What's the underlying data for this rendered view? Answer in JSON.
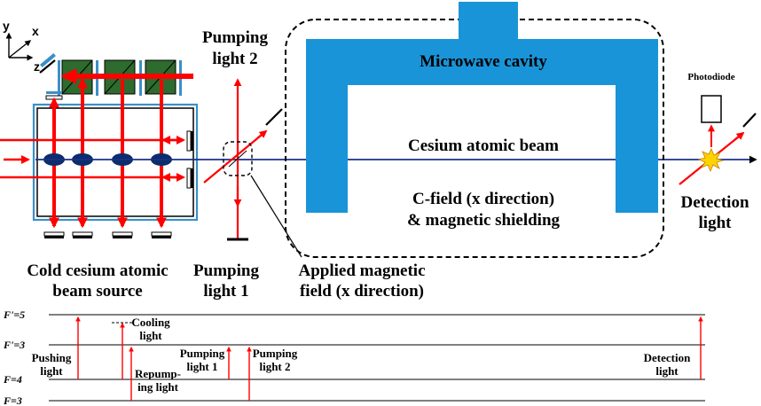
{
  "axes": {
    "y": "y",
    "x": "x",
    "z": "z"
  },
  "labels": {
    "pumping_light_2": [
      "Pumping",
      "light 2"
    ],
    "microwave_cavity": "Microwave cavity",
    "photodiode": "Photodiode",
    "cesium_atomic_beam": "Cesium atomic beam",
    "c_field": [
      "C-field (x direction)",
      "& magnetic shielding"
    ],
    "detection_light": [
      "Detection",
      "light"
    ],
    "cold_source": [
      "Cold cesium atomic",
      "beam source"
    ],
    "pumping_light_1": [
      "Pumping",
      "light 1"
    ],
    "applied_field": [
      "Applied magnetic",
      "field (x direction)"
    ]
  },
  "energy_levels": [
    {
      "label": "F'=5"
    },
    {
      "label": "F'=3"
    },
    {
      "label": "F=4"
    },
    {
      "label": "F=3"
    }
  ],
  "transitions": {
    "pushing": [
      "Pushing",
      "light"
    ],
    "cooling": [
      "Cooling",
      "light"
    ],
    "repumping": [
      "Repump-",
      "ing light"
    ],
    "pumping1": [
      "Pumping",
      "light 1"
    ],
    "pumping2": [
      "Pumping",
      "light 2"
    ],
    "detection": [
      "Detection",
      "light"
    ]
  },
  "colors": {
    "laser": "#ff0000",
    "cavity": "#1a94d8",
    "atom": "#0c2d6b",
    "beam_line": "#1c2f8a",
    "optics_green": "#2e6b2e",
    "source_frame": "#3a90c8"
  }
}
